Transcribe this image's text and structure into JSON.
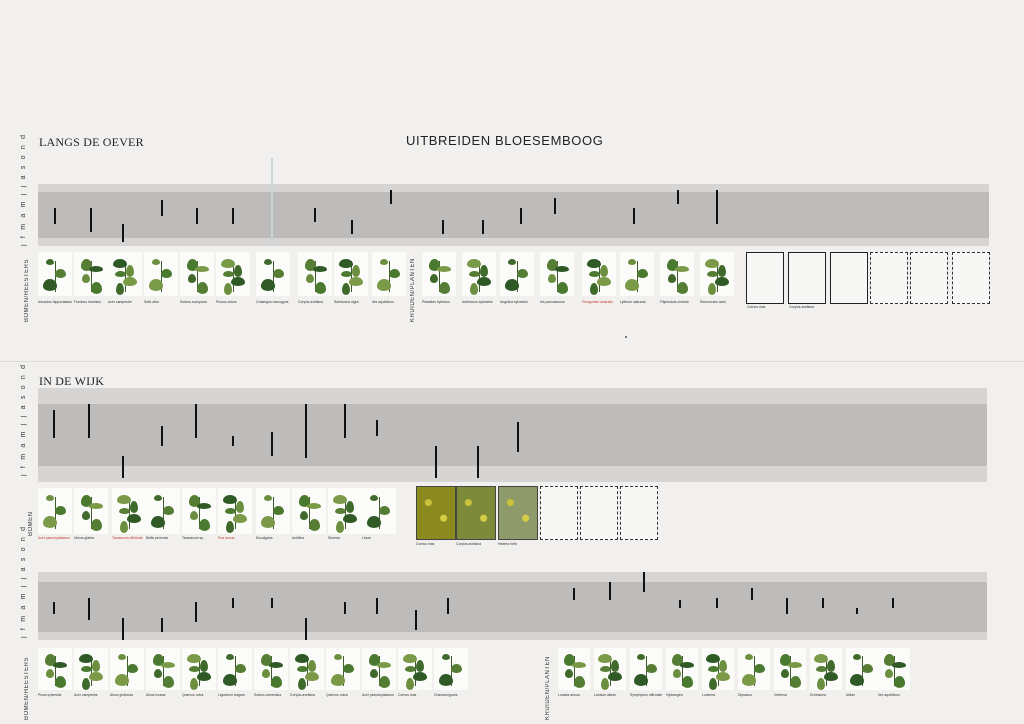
{
  "section1": {
    "left_title": "LANGS DE OEVER",
    "center_title": "UITBREIDEN BLOESEMBOOG",
    "months": "j f m a m j j a s o n d",
    "group_left": "BOMEN/HEESTERS",
    "group_right": "KRUIDEN/PLANTEN",
    "captions": [
      "Aesculus hippocastanum",
      "Fraxinus excelsior",
      "Acer campestre",
      "Salix alba",
      "Sorbus aucuparia",
      "Prunus avium",
      "Crataegus monogyna",
      "Corylus avellana",
      "Sambucus nigra",
      "Ilex aquifolium",
      "Petasites hybridus",
      "Anthriscus sylvestris",
      "Angelica sylvestris",
      "Iris pseudacorus",
      "Phragmites australis",
      "Lythrum salicaria",
      "Filipendula ulmaria",
      "Ranunculus acris",
      "Cornus mas",
      "Corylus avellana"
    ],
    "captions_red": [
      "Phragmites australis"
    ],
    "slots_solid": 3,
    "slots_dashed": 3,
    "slot_captions": [
      "Cornus mas",
      "Corylus avellana"
    ]
  },
  "section2": {
    "title": "IN DE WIJK",
    "months": "j f m a m j j a s o n d",
    "group_label": "BOMEN",
    "captions": [
      "Acer pseudoplatanus",
      "Ulmus glabra",
      "Taraxacum officinale",
      "Bellis perennis",
      "Taraxacum sp.",
      "Poa annua",
      "Eucalyptus",
      "Achillea",
      "Senecio",
      "Linum",
      "Cornus mas",
      "Corylus avellana",
      "Hedera helix"
    ],
    "captions_red": [
      "Acer pseudoplatanus",
      "Taraxacum officinale",
      "Poa annua"
    ],
    "photo_captions": [
      "Cornus mas",
      "Corylus avellana",
      "Hedera helix"
    ],
    "slots_dashed": 3
  },
  "section3": {
    "months": "j f m a m j j a s o n d",
    "group_left": "BOMEN/HEESTERS",
    "group_right": "KRUIDEN/PLANTEN",
    "captions_left": [
      "Pinus sylvestris",
      "Acer campestre",
      "Alnus glutinosa",
      "Alnus incana",
      "Quercus robur",
      "Ligustrum vulgare",
      "Sorbus domestica",
      "Corylus avellana",
      "Quercus rubra",
      "Acer pseudoplatanus",
      "Cornus mas",
      "Chamaecyparis"
    ],
    "captions_right": [
      "Lunaria annua",
      "Lamium album",
      "Symphytum officinale",
      "Hydrangea",
      "Lonicera",
      "Dipsacus",
      "Verbena",
      "Echinacea",
      "Allium",
      "Ilex aquifolium"
    ]
  }
}
